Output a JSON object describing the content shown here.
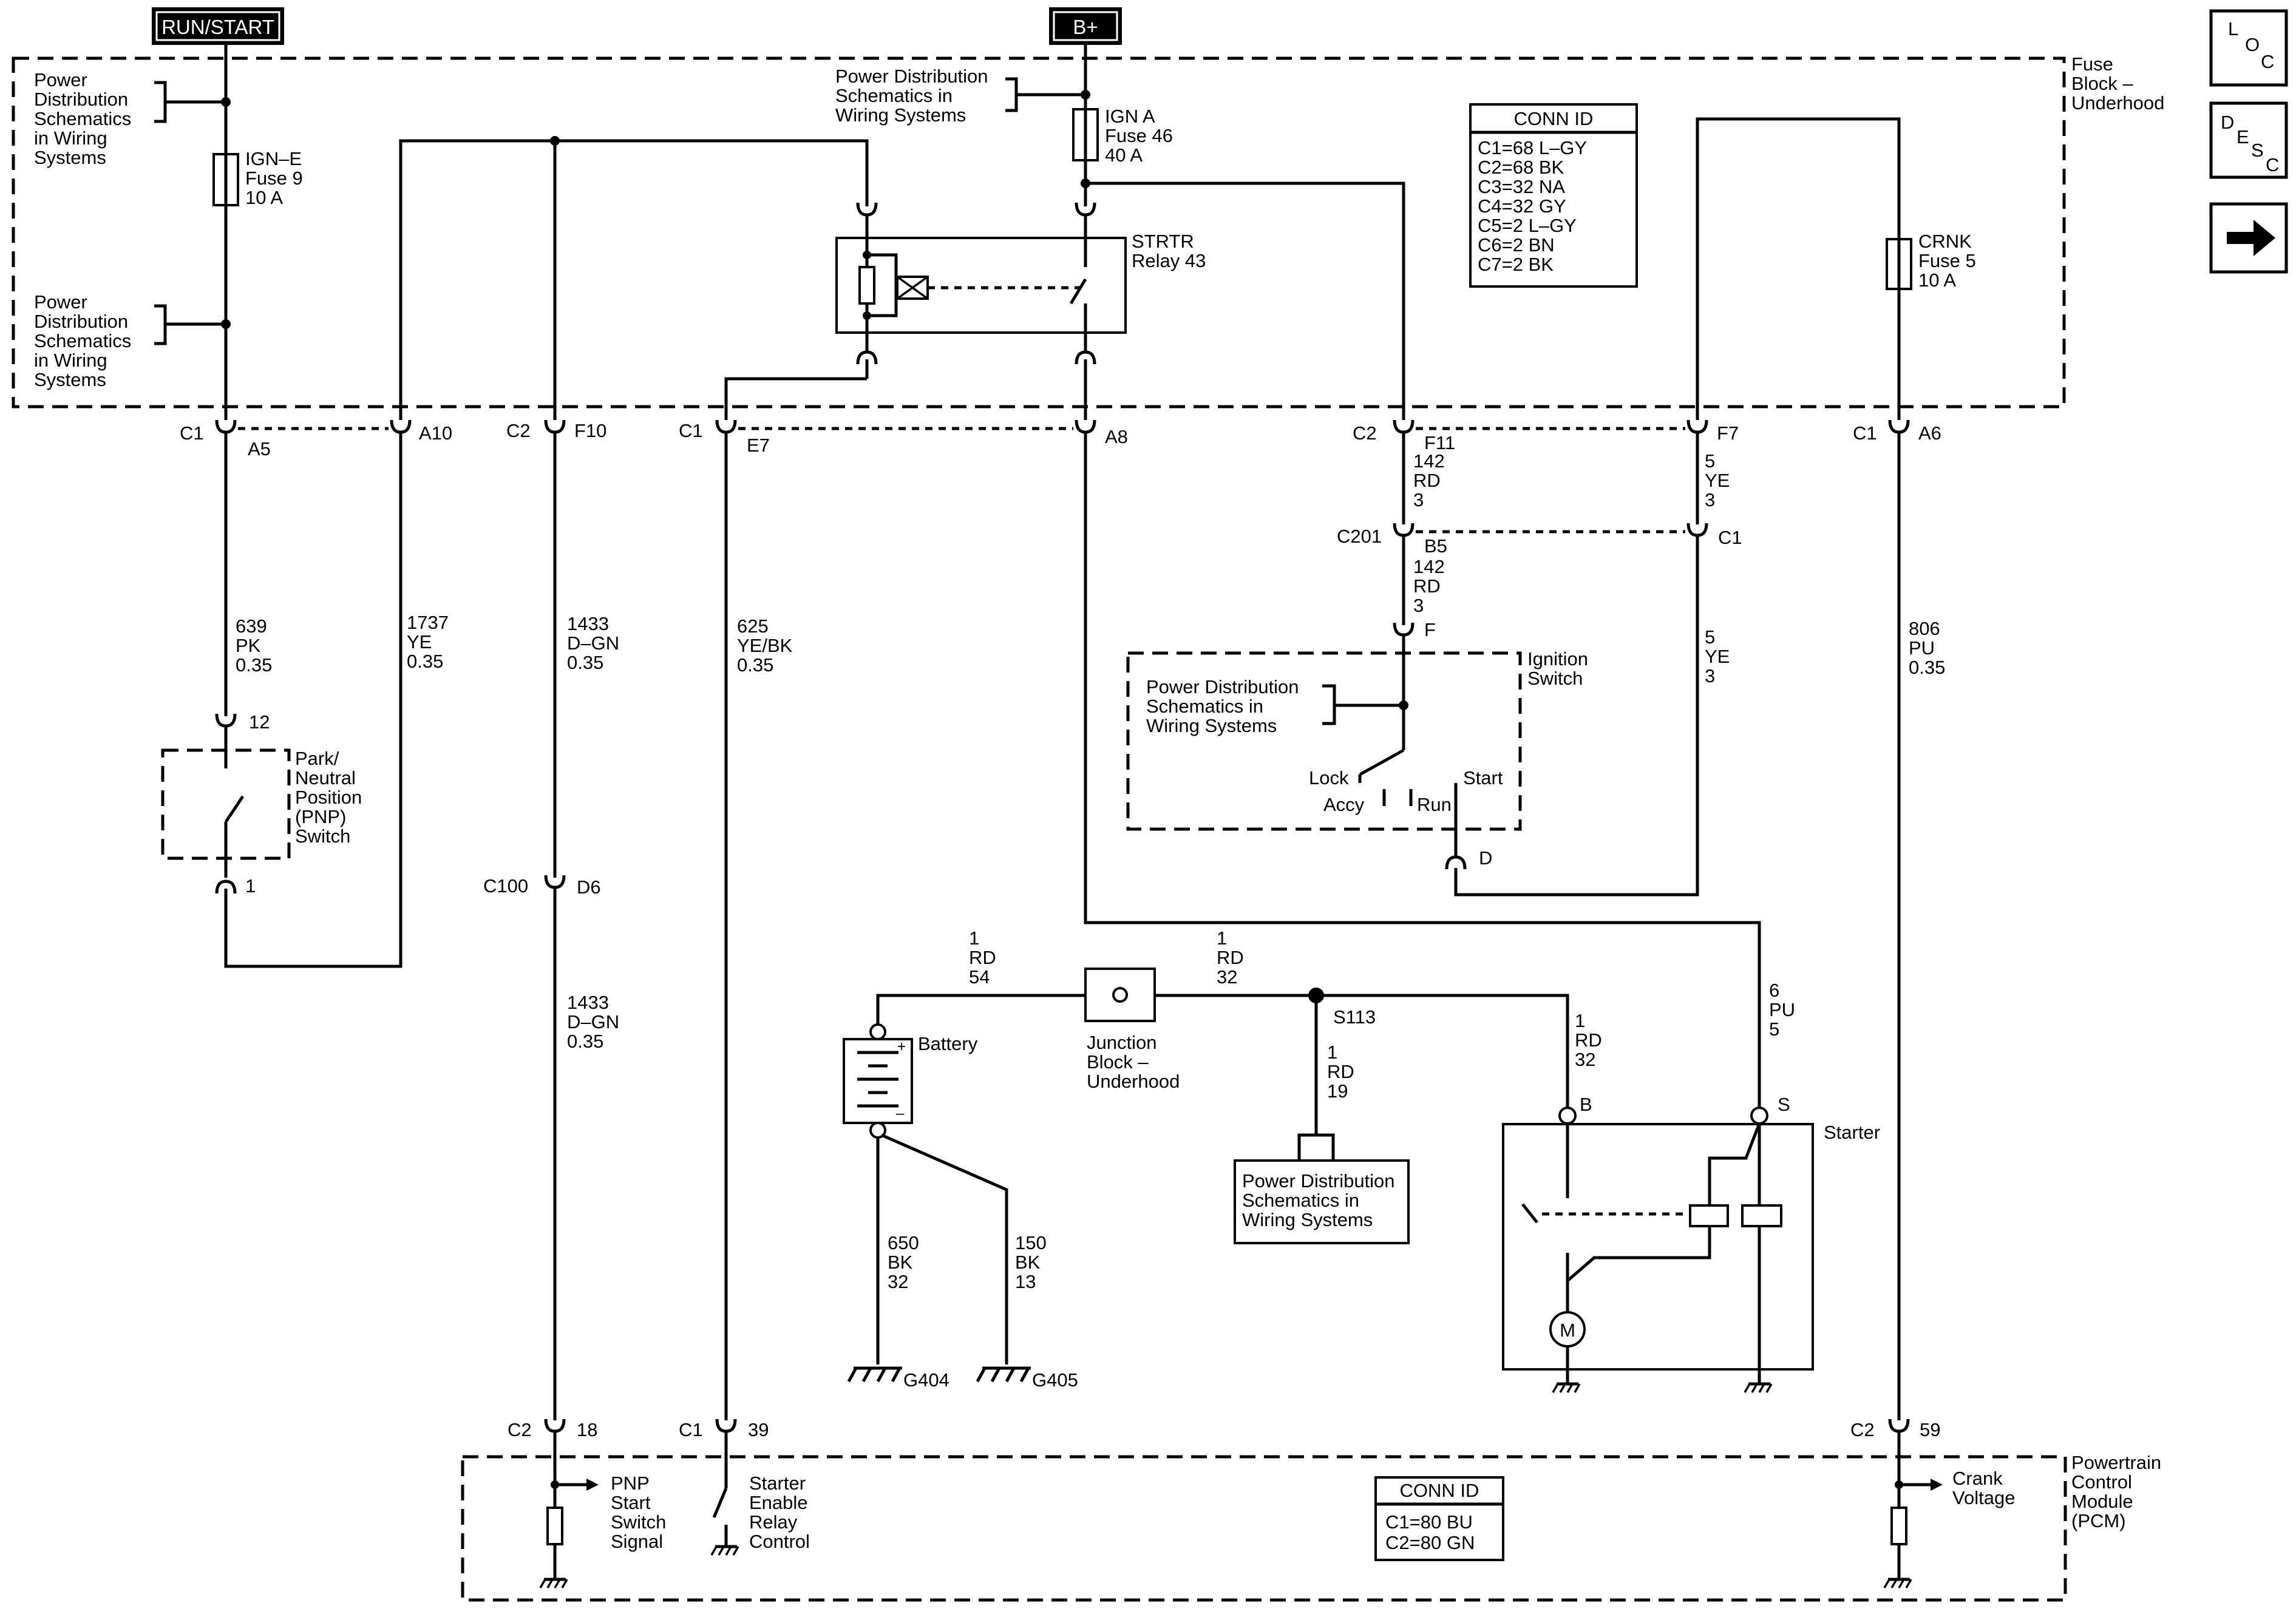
{
  "headers": {
    "run_start": "RUN/START",
    "b_plus": "B+"
  },
  "nav": {
    "loc": [
      "L",
      "O",
      "C"
    ],
    "desc": [
      "D",
      "E",
      "S",
      "C"
    ],
    "next_icon": "arrow-right-icon"
  },
  "fuse_block": {
    "label": [
      "Fuse",
      "Block –",
      "Underhood"
    ]
  },
  "pds": [
    "Power",
    "Distribution",
    "Schematics",
    "in Wiring",
    "Systems"
  ],
  "pds_short": [
    "Power Distribution",
    "Schematics in",
    "Wiring Systems"
  ],
  "fuses": {
    "ign_e": [
      "IGN–E",
      "Fuse 9",
      "10 A"
    ],
    "ign_a": [
      "IGN A",
      "Fuse 46",
      "40 A"
    ],
    "crnk": [
      "CRNK",
      "Fuse 5",
      "10 A"
    ]
  },
  "relay": [
    "STRTR",
    "Relay 43"
  ],
  "conn_top": {
    "title": "CONN ID",
    "rows": [
      "C1=68 L–GY",
      "C2=68 BK",
      "C3=32 NA",
      "C4=32 GY",
      "C5=2 L–GY",
      "C6=2 BN",
      "C7=2 BK"
    ]
  },
  "conn_pcm": {
    "title": "CONN ID",
    "rows": [
      "C1=80 BU",
      "C2=80 GN"
    ]
  },
  "connectors": {
    "c1": "C1",
    "c2": "C2",
    "c100": "C100",
    "c201": "C201",
    "a5": "A5",
    "a10": "A10",
    "f10": "F10",
    "e7": "E7",
    "a8": "A8",
    "f11": "F11",
    "f7": "F7",
    "a6": "A6",
    "b5": "B5",
    "c1r": "C1",
    "f": "F",
    "d": "D",
    "d6": "D6",
    "p12": "12",
    "p1": "1",
    "p18": "18",
    "p39": "39",
    "p59": "59"
  },
  "wires": {
    "w639": [
      "639",
      "PK",
      "0.35"
    ],
    "w1737": [
      "1737",
      "YE",
      "0.35"
    ],
    "w1433a": [
      "1433",
      "D–GN",
      "0.35"
    ],
    "w625": [
      "625",
      "YE/BK",
      "0.35"
    ],
    "w806": [
      "806",
      "PU",
      "0.35"
    ],
    "w142a": [
      "142",
      "RD",
      "3"
    ],
    "w142b": [
      "142",
      "RD",
      "3"
    ],
    "w5a": [
      "5",
      "YE",
      "3"
    ],
    "w5b": [
      "5",
      "YE",
      "3"
    ],
    "w1433b": [
      "1433",
      "D–GN",
      "0.35"
    ],
    "wbatt": [
      "1",
      "RD",
      "54"
    ],
    "wjb": [
      "1",
      "RD",
      "32"
    ],
    "ws113": [
      "1",
      "RD",
      "19"
    ],
    "wstarter": [
      "1",
      "RD",
      "32"
    ],
    "w6pu": [
      "6",
      "PU",
      "5"
    ],
    "w650": [
      "650",
      "BK",
      "32"
    ],
    "w150": [
      "150",
      "BK",
      "13"
    ]
  },
  "pnp": [
    "Park/",
    "Neutral",
    "Position",
    "(PNP)",
    "Switch"
  ],
  "ignition": {
    "title": [
      "Ignition",
      "Switch"
    ],
    "lock": "Lock",
    "accy": "Accy",
    "run": "Run",
    "start": "Start"
  },
  "battery": "Battery",
  "junction": [
    "Junction",
    "Block –",
    "Underhood"
  ],
  "splice": "S113",
  "grounds": {
    "g404": "G404",
    "g405": "G405"
  },
  "starter": {
    "title": "Starter",
    "b": "B",
    "s": "S",
    "motor": "M"
  },
  "pcm": {
    "title": [
      "Powertrain",
      "Control",
      "Module",
      "(PCM)"
    ],
    "pnp_signal": [
      "PNP",
      "Start",
      "Switch",
      "Signal"
    ],
    "relay_control": [
      "Starter",
      "Enable",
      "Relay",
      "Control"
    ],
    "crank": [
      "Crank",
      "Voltage"
    ]
  }
}
